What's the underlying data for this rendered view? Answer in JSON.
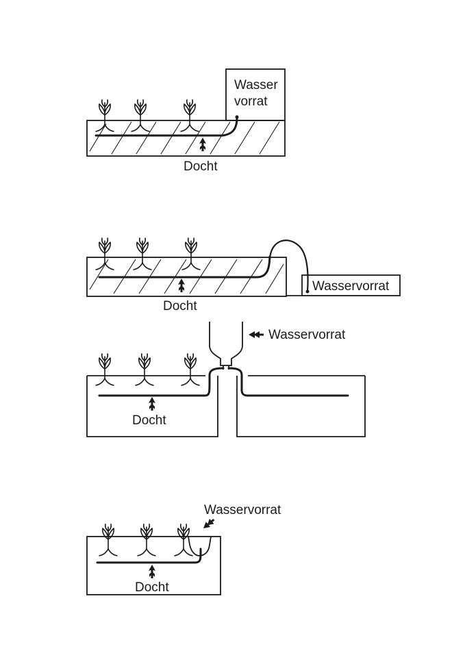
{
  "panel1": {
    "reservoir_line1": "Wasser",
    "reservoir_line2": "vorrat",
    "wick_label": "Docht"
  },
  "panel2": {
    "reservoir_label": "Wasservorrat",
    "wick_label": "Docht"
  },
  "panel3": {
    "reservoir_label": "Wasservorrat",
    "wick_label": "Docht"
  },
  "panel4": {
    "reservoir_label": "Wasservorrat",
    "wick_label": "Docht"
  }
}
